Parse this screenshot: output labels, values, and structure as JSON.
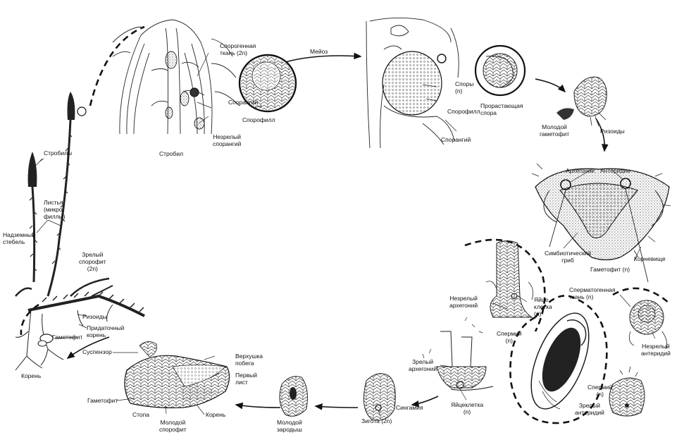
{
  "labels": {
    "strobili": "Стробилы",
    "leaves": "Листья\n(микро\nфиллы)",
    "aerial_stem": "Надземный\nстебель",
    "mature_sporophyte": "Зрелый\nспорофит\n(2n)",
    "rhizoids_left": "Ризоиды",
    "adventitious_root": "Придаточный\nкорень",
    "gametophyte_left": "Гаметофит",
    "root_left": "Корень",
    "strobilus": "Стробил",
    "sporogenous_tissue": "Спорогенная\nткань (2n)",
    "sporangium_top": "Спорангий",
    "sporophyll_top": "Спорофилл",
    "immature_sporangium": "Незрелый\nспорангий",
    "meiosis": "Мейоз",
    "spores": "Споры\n(n)",
    "sporophyll_mid": "Спорофилл",
    "sporangium_mid": "Спорангий",
    "germinating_spore": "Прорастающая\nспора",
    "young_gametophyte": "Молодой\nгаметофит",
    "rhizoids_right": "Ризоиды",
    "archegonia": "Архегонии",
    "antheridia": "Антеридии",
    "symbiotic_fungus": "Симбиотический\nгриб",
    "rhizome": "Корневище",
    "gametophyte_n": "Гаметофит (n)",
    "immature_archegonium": "Незрелый\nархегоний",
    "egg_cell_top": "Яйце\nклетка\n(n)",
    "spermatogenous_tissue": "Сперматогенная\nткань (n)",
    "immature_antheridium": "Незрелый\nантеридий",
    "sperm_mid": "Спермий\n(n)",
    "mature_archegonium": "Зрелый\nархегоний",
    "egg_cell_bottom": "Яйцеклетка\n(n)",
    "syngamy": "Сингамия",
    "zygote": "Зигота (2n)",
    "sperm_right": "Спермий\n(n)",
    "mature_antheridium": "Зрелый\nантеридий",
    "young_embryo": "Молодой\nзародыш",
    "suspensor": "Суспензор",
    "shoot_apex": "Верхушка\nпобега",
    "first_leaf": "Первый\nлист",
    "gametophyte_bottom": "Гаметофит",
    "foot": "Стопа",
    "young_sporophyte": "Молодой\nспорофит",
    "root_bottom": "Корень"
  }
}
